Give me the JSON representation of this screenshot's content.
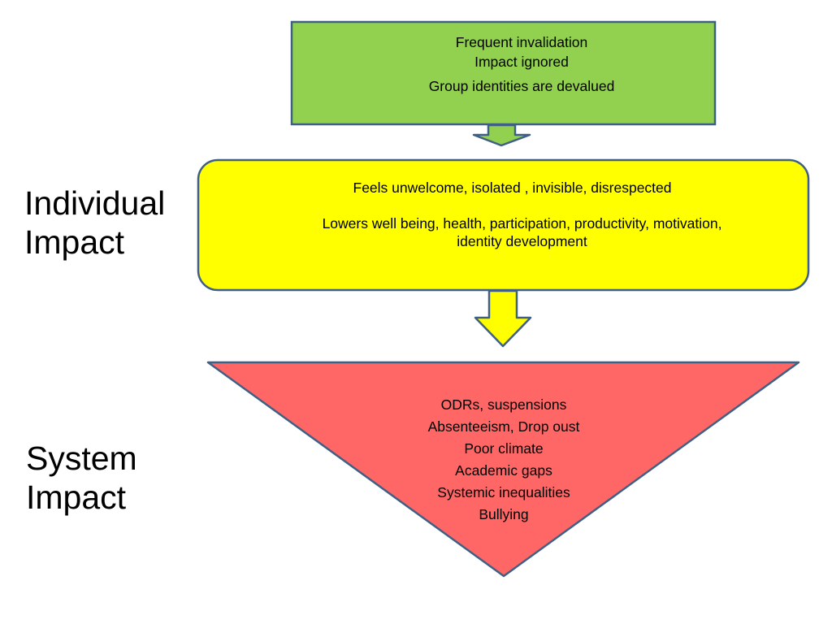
{
  "colors": {
    "green": "#92d050",
    "yellow": "#ffff00",
    "red": "#ff6666",
    "outline": "#3f5f85"
  },
  "side_labels": {
    "individual": [
      "Individual",
      "Impact"
    ],
    "system": [
      "System",
      "Impact"
    ]
  },
  "top_box": {
    "lines": [
      "Frequent invalidation",
      "Impact ignored",
      "Group identities are devalued"
    ]
  },
  "middle_box": {
    "line1": "Feels  unwelcome, isolated , invisible,  disrespected",
    "line2a": "Lowers  well being,  health,  participation,  productivity, motivation,",
    "line2b": "identity development"
  },
  "triangle": {
    "lines": [
      "ODRs, suspensions",
      "Absenteeism, Drop oust",
      "Poor  climate",
      "Academic gaps",
      "Systemic inequalities",
      "Bullying"
    ]
  },
  "arrows": [
    {
      "from": "top_box",
      "to": "middle_box"
    },
    {
      "from": "middle_box",
      "to": "triangle"
    }
  ]
}
